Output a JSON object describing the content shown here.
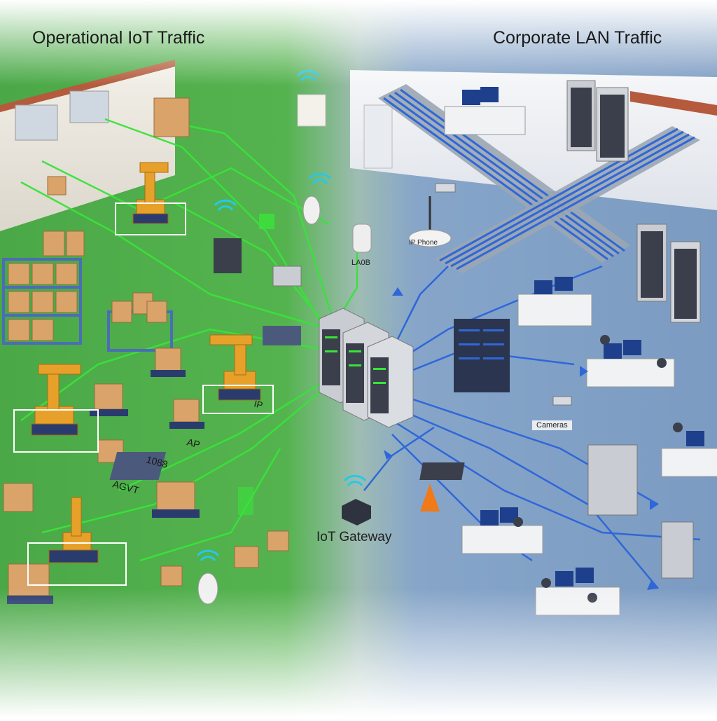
{
  "titles": {
    "left": "Operational IoT Traffic",
    "right": "Corporate LAN Traffic"
  },
  "labels": {
    "iot_gateway": "IoT Gateway",
    "cameras": "Cameras",
    "ip_phone": "IP Phone",
    "ap_tag": "LA0B",
    "floor_agvt": "AGVT",
    "floor_1088": "1088",
    "floor_ap": "AP",
    "floor_ip": "IP"
  },
  "colors": {
    "iot_floor": "#4fae4a",
    "iot_link": "#39e33a",
    "lan_floor": "#7f9fc4",
    "lan_link": "#2f67d8",
    "robot_arm": "#e7a12a",
    "server_rack": "#3a3f4b",
    "box": "#d9a36a",
    "shelf": "#4b6cb7"
  }
}
